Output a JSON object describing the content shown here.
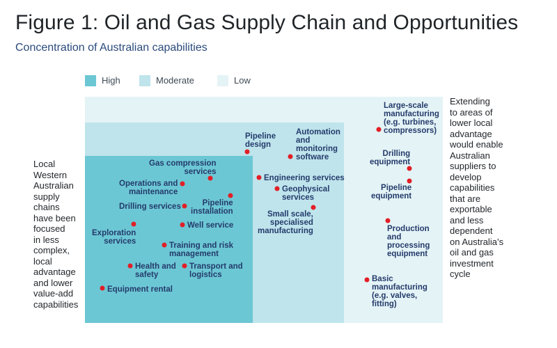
{
  "figure": {
    "title": "Figure 1: Oil and Gas Supply Chain and Opportunities",
    "subtitle": "Concentration of Australian capabilities"
  },
  "legend": [
    {
      "label": "High",
      "color": "#6cc7d4"
    },
    {
      "label": "Moderate",
      "color": "#bfe4ec"
    },
    {
      "label": "Low",
      "color": "#e4f3f6"
    }
  ],
  "regions": {
    "high": {
      "level": "High"
    },
    "moderate": {
      "level": "Moderate"
    },
    "low": {
      "level": "Low"
    }
  },
  "capabilities": {
    "high": [
      {
        "id": "gas-compression",
        "lines": [
          "Gas compression",
          "services"
        ]
      },
      {
        "id": "operations-maintenance",
        "lines": [
          "Operations and",
          "maintenance"
        ]
      },
      {
        "id": "pipeline-installation",
        "lines": [
          "Pipeline",
          "installation"
        ]
      },
      {
        "id": "drilling-services",
        "lines": [
          "Drilling services"
        ]
      },
      {
        "id": "exploration-services",
        "lines": [
          "Exploration",
          "services"
        ]
      },
      {
        "id": "well-service",
        "lines": [
          "Well service"
        ]
      },
      {
        "id": "training-risk",
        "lines": [
          "Training and risk",
          "management"
        ]
      },
      {
        "id": "health-safety",
        "lines": [
          "Health and",
          "safety"
        ]
      },
      {
        "id": "transport-logistics",
        "lines": [
          "Transport and",
          "logistics"
        ]
      },
      {
        "id": "equipment-rental",
        "lines": [
          "Equipment rental"
        ]
      }
    ],
    "moderate": [
      {
        "id": "pipeline-design",
        "lines": [
          "Pipeline",
          "design"
        ]
      },
      {
        "id": "automation-monitoring",
        "lines": [
          "Automation",
          "and",
          "monitoring",
          "software"
        ]
      },
      {
        "id": "engineering-services",
        "lines": [
          "Engineering services"
        ]
      },
      {
        "id": "geophysical-services",
        "lines": [
          "Geophysical",
          "services"
        ]
      },
      {
        "id": "small-scale-manufacturing",
        "lines": [
          "Small scale,",
          "specialised",
          "manufacturing"
        ]
      }
    ],
    "low": [
      {
        "id": "large-scale-manufacturing",
        "lines": [
          "Large-scale",
          "manufacturing",
          "(e.g. turbines,",
          "compressors)"
        ]
      },
      {
        "id": "drilling-equipment",
        "lines": [
          "Drilling",
          "equipment"
        ]
      },
      {
        "id": "pipeline-equipment",
        "lines": [
          "Pipeline",
          "equipment"
        ]
      },
      {
        "id": "production-processing",
        "lines": [
          "Production",
          "and",
          "processing",
          "equipment"
        ]
      },
      {
        "id": "basic-manufacturing",
        "lines": [
          "Basic",
          "manufacturing",
          "(e.g. valves,",
          "fitting)"
        ]
      }
    ]
  },
  "notes": {
    "left": [
      "Local",
      "Western",
      "Australian",
      "supply",
      "chains",
      "have been",
      "focused",
      "in less",
      "complex,",
      "local",
      "advantage",
      "and lower",
      "value-add",
      "capabilities"
    ],
    "right": [
      "Extending",
      "to areas of",
      "lower local",
      "advantage",
      "would enable",
      "Australian",
      "suppliers to",
      "develop",
      "capabilities",
      "that are",
      "exportable",
      "and less",
      "dependent",
      "on Australia’s",
      "oil and gas",
      "investment",
      "cycle"
    ]
  }
}
